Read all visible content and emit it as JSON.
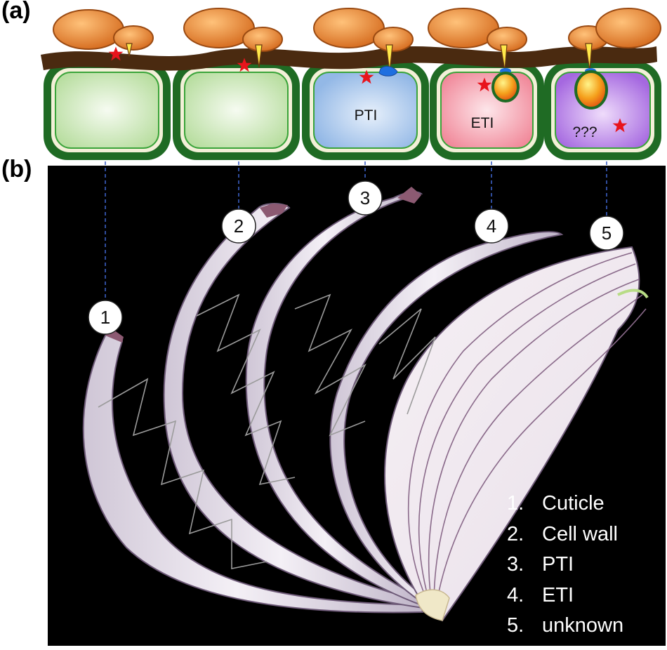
{
  "panels": {
    "a": "(a)",
    "b": "(b)"
  },
  "cells": [
    {
      "id": 1,
      "text": ""
    },
    {
      "id": 2,
      "text": ""
    },
    {
      "id": 3,
      "text": "PTI"
    },
    {
      "id": 4,
      "text": "ETI"
    },
    {
      "id": 5,
      "text": "???"
    }
  ],
  "markers": [
    "1",
    "2",
    "3",
    "4",
    "5"
  ],
  "legend": [
    {
      "num": "1.",
      "label": "Cuticle"
    },
    {
      "num": "2.",
      "label": "Cell wall"
    },
    {
      "num": "3.",
      "label": "PTI"
    },
    {
      "num": "4.",
      "label": "ETI"
    },
    {
      "num": "5.",
      "label": "unknown"
    }
  ],
  "colors": {
    "cell_wall": "#1f6b24",
    "cuticle": "#4a2a10",
    "spore": "#e07b26",
    "effector_star": "#e8141c",
    "healthy_cell": "#c8e6b0",
    "pti_cell": "#a9c8ec",
    "eti_cell": "#f4a2ae",
    "unknown_cell": "#b37be6",
    "photo_background": "#000000"
  }
}
